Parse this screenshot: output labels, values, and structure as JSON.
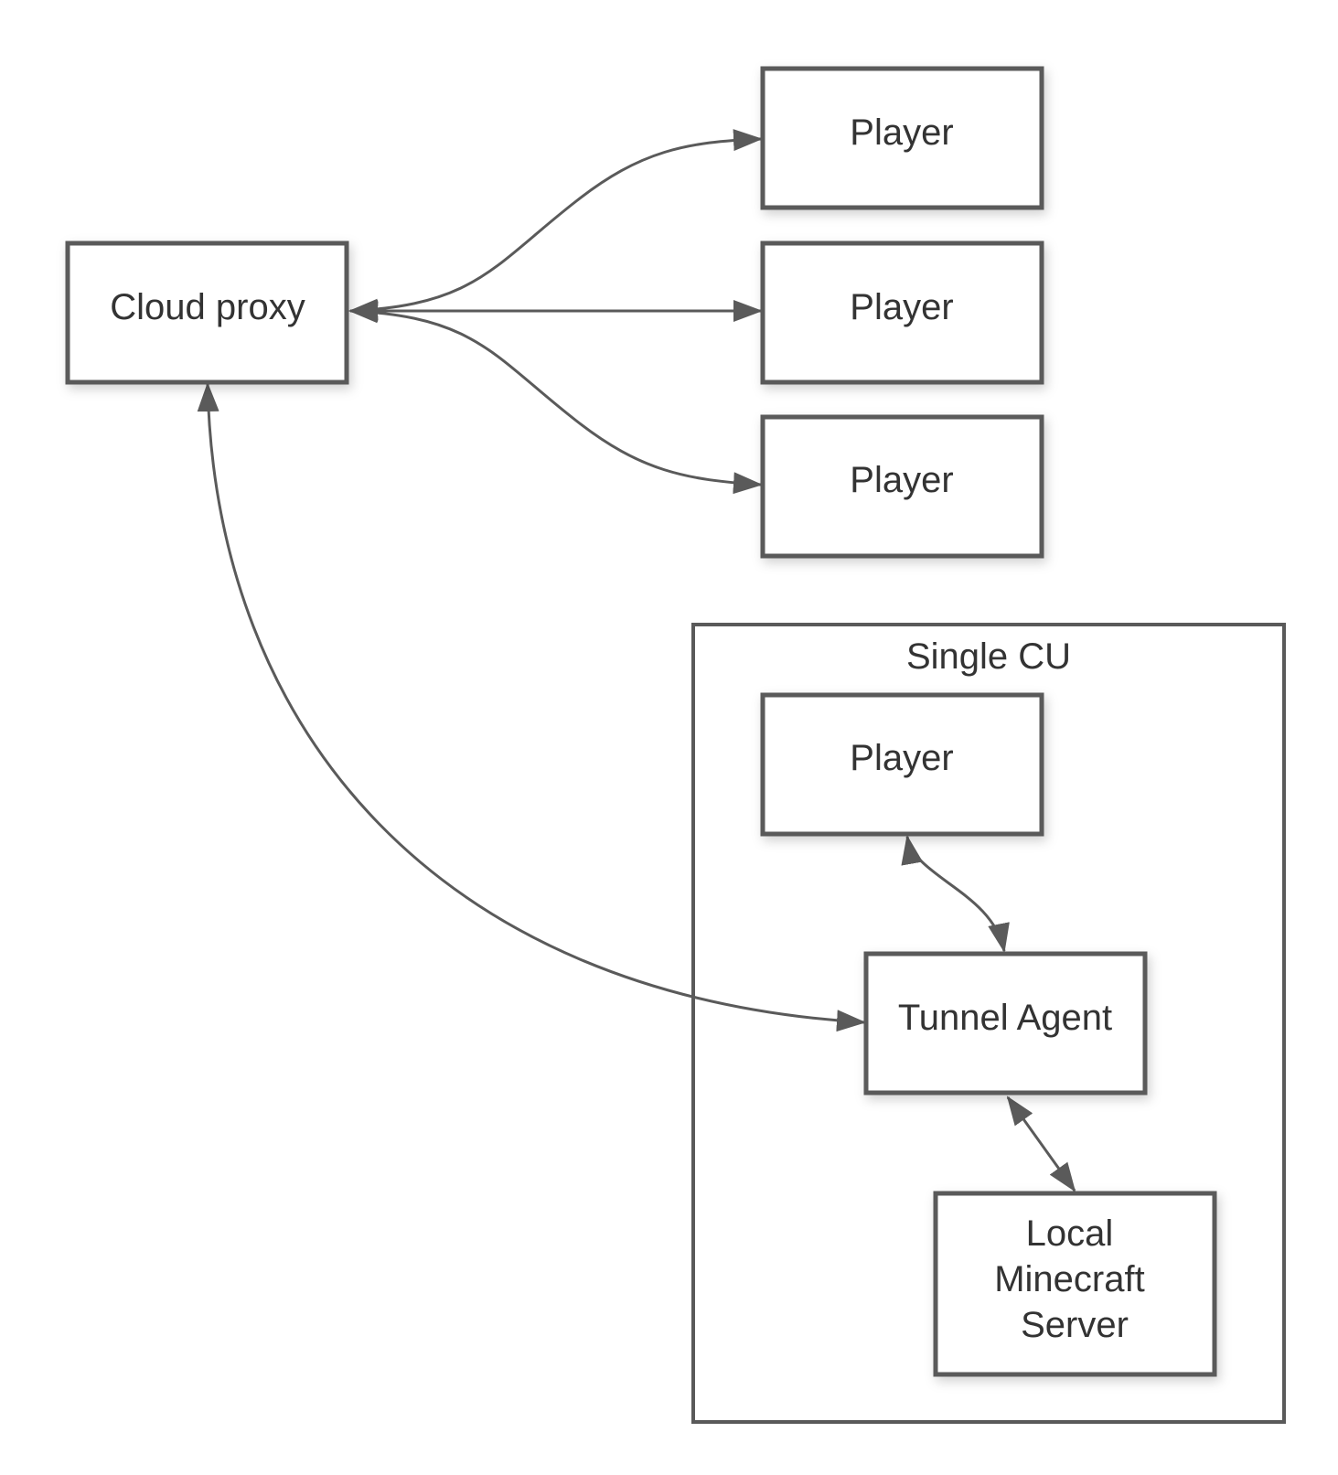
{
  "colors": {
    "stroke": "#5a5a5a",
    "text": "#333333",
    "fill": "#ffffff",
    "background": "#ffffff"
  },
  "group": {
    "label": "Single CU"
  },
  "nodes": {
    "cloud_proxy": {
      "label": "Cloud proxy"
    },
    "player_1": {
      "label": "Player"
    },
    "player_2": {
      "label": "Player"
    },
    "player_3": {
      "label": "Player"
    },
    "player_local": {
      "label": "Player"
    },
    "tunnel_agent": {
      "label": "Tunnel Agent"
    },
    "local_server": {
      "lines": [
        "Local",
        "Minecraft",
        "Server"
      ]
    }
  },
  "edges": [
    {
      "from": "cloud_proxy",
      "to": "player_1",
      "direction": "both"
    },
    {
      "from": "cloud_proxy",
      "to": "player_2",
      "direction": "both"
    },
    {
      "from": "cloud_proxy",
      "to": "player_3",
      "direction": "both"
    },
    {
      "from": "tunnel_agent",
      "to": "cloud_proxy",
      "direction": "both"
    },
    {
      "from": "player_local",
      "to": "tunnel_agent",
      "direction": "both"
    },
    {
      "from": "tunnel_agent",
      "to": "local_server",
      "direction": "both"
    }
  ]
}
